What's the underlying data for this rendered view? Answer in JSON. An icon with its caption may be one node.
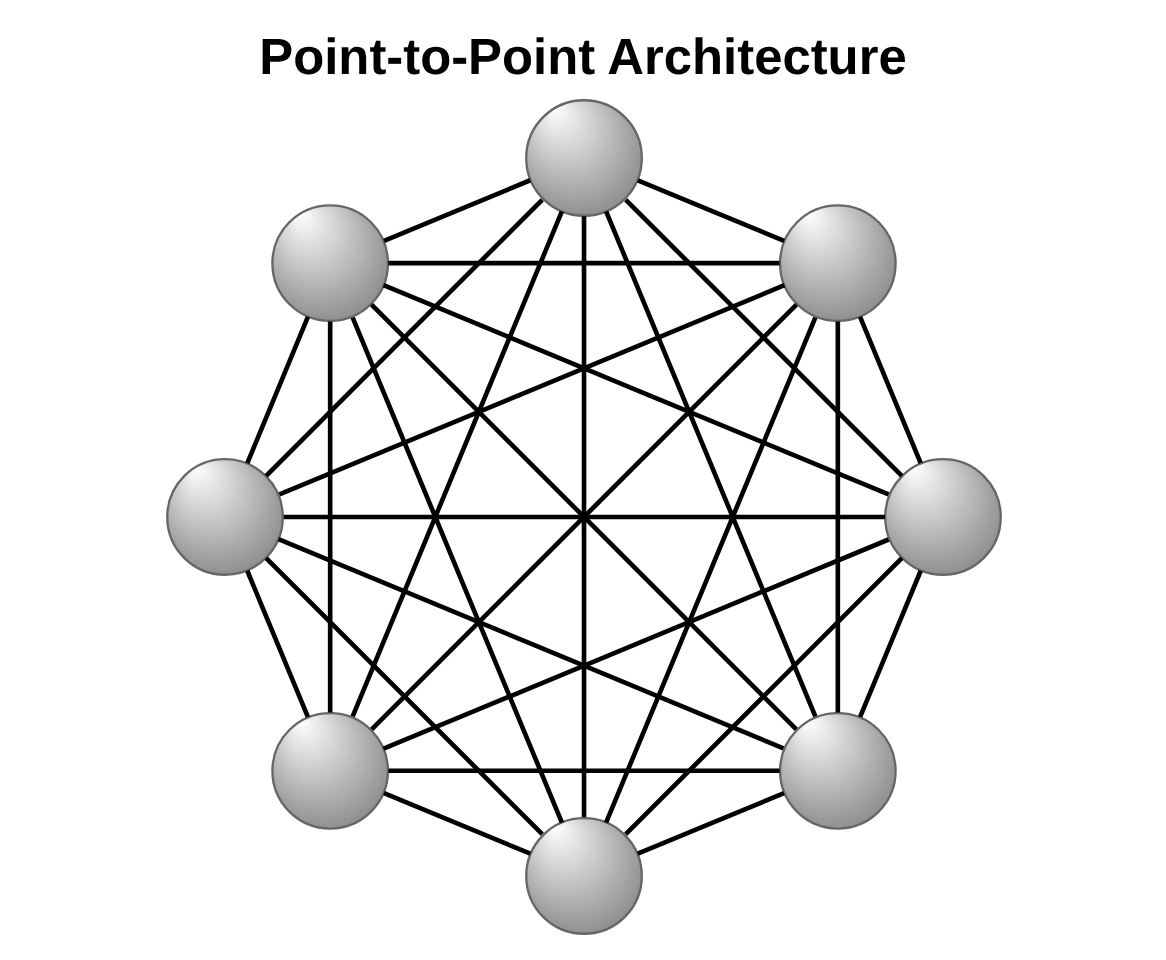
{
  "diagram": {
    "title": "Point-to-Point Architecture",
    "nodes": [
      {
        "text": [],
        "shape": "circle"
      },
      {
        "text": [],
        "shape": "circle"
      },
      {
        "text": [],
        "shape": "circle"
      },
      {
        "text": [],
        "shape": "circle"
      },
      {
        "text": [],
        "shape": "circle"
      },
      {
        "text": [],
        "shape": "circle"
      },
      {
        "text": [],
        "shape": "circle"
      },
      {
        "text": [],
        "shape": "circle"
      }
    ],
    "edges": [
      {
        "from": 0,
        "to": 1,
        "arrow": "none"
      },
      {
        "from": 0,
        "to": 2,
        "arrow": "none"
      },
      {
        "from": 0,
        "to": 3,
        "arrow": "none"
      },
      {
        "from": 0,
        "to": 4,
        "arrow": "none"
      },
      {
        "from": 0,
        "to": 5,
        "arrow": "none"
      },
      {
        "from": 0,
        "to": 6,
        "arrow": "none"
      },
      {
        "from": 0,
        "to": 7,
        "arrow": "none"
      },
      {
        "from": 1,
        "to": 2,
        "arrow": "none"
      },
      {
        "from": 1,
        "to": 3,
        "arrow": "none"
      },
      {
        "from": 1,
        "to": 4,
        "arrow": "none"
      },
      {
        "from": 1,
        "to": 5,
        "arrow": "none"
      },
      {
        "from": 1,
        "to": 6,
        "arrow": "none"
      },
      {
        "from": 1,
        "to": 7,
        "arrow": "none"
      },
      {
        "from": 2,
        "to": 3,
        "arrow": "none"
      },
      {
        "from": 2,
        "to": 4,
        "arrow": "none"
      },
      {
        "from": 2,
        "to": 5,
        "arrow": "none"
      },
      {
        "from": 2,
        "to": 6,
        "arrow": "none"
      },
      {
        "from": 2,
        "to": 7,
        "arrow": "none"
      },
      {
        "from": 3,
        "to": 4,
        "arrow": "none"
      },
      {
        "from": 3,
        "to": 5,
        "arrow": "none"
      },
      {
        "from": 3,
        "to": 6,
        "arrow": "none"
      },
      {
        "from": 3,
        "to": 7,
        "arrow": "none"
      },
      {
        "from": 4,
        "to": 5,
        "arrow": "none"
      },
      {
        "from": 4,
        "to": 6,
        "arrow": "none"
      },
      {
        "from": 4,
        "to": 7,
        "arrow": "none"
      },
      {
        "from": 5,
        "to": 6,
        "arrow": "none"
      },
      {
        "from": 5,
        "to": 7,
        "arrow": "none"
      },
      {
        "from": 6,
        "to": 7,
        "arrow": "none"
      }
    ]
  }
}
